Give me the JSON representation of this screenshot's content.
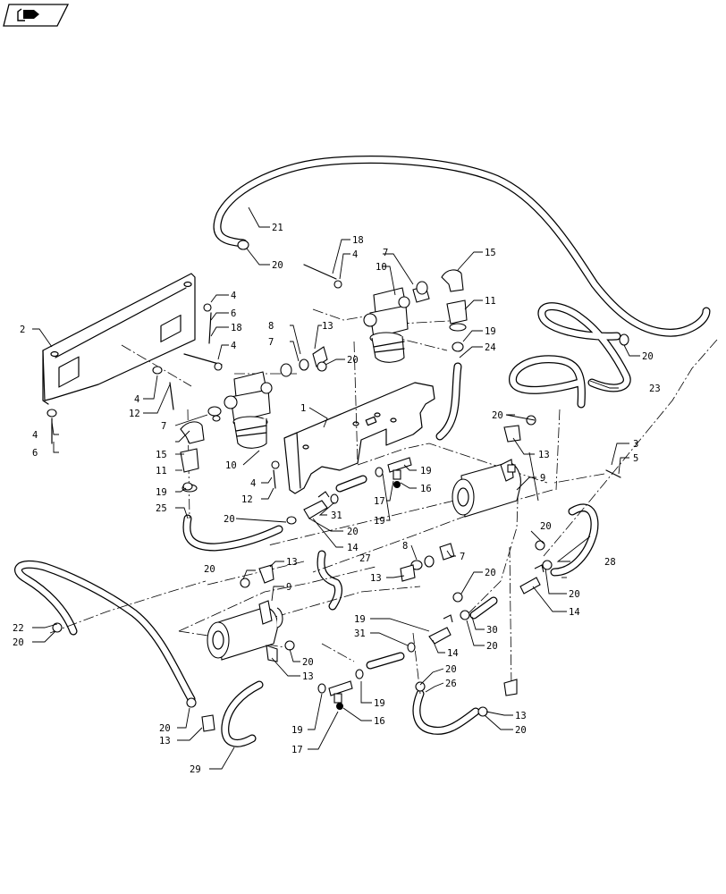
{
  "header": {
    "icon": "book-arrow-icon"
  },
  "callouts": [
    {
      "id": "c1",
      "text": "1"
    },
    {
      "id": "c2",
      "text": "2"
    },
    {
      "id": "c3",
      "text": "3"
    },
    {
      "id": "c4a",
      "text": "4"
    },
    {
      "id": "c4b",
      "text": "4"
    },
    {
      "id": "c4c",
      "text": "4"
    },
    {
      "id": "c4d",
      "text": "4"
    },
    {
      "id": "c4e",
      "text": "4"
    },
    {
      "id": "c4f",
      "text": "4"
    },
    {
      "id": "c5",
      "text": "5"
    },
    {
      "id": "c6a",
      "text": "6"
    },
    {
      "id": "c6b",
      "text": "6"
    },
    {
      "id": "c7a",
      "text": "7"
    },
    {
      "id": "c7b",
      "text": "7"
    },
    {
      "id": "c7c",
      "text": "7"
    },
    {
      "id": "c7d",
      "text": "7"
    },
    {
      "id": "c8a",
      "text": "8"
    },
    {
      "id": "c8b",
      "text": "8"
    },
    {
      "id": "c9a",
      "text": "9"
    },
    {
      "id": "c9b",
      "text": "9"
    },
    {
      "id": "c10a",
      "text": "10"
    },
    {
      "id": "c10b",
      "text": "10"
    },
    {
      "id": "c11a",
      "text": "11"
    },
    {
      "id": "c11b",
      "text": "11"
    },
    {
      "id": "c12a",
      "text": "12"
    },
    {
      "id": "c12b",
      "text": "12"
    },
    {
      "id": "c13a",
      "text": "13"
    },
    {
      "id": "c13b",
      "text": "13"
    },
    {
      "id": "c13c",
      "text": "13"
    },
    {
      "id": "c13d",
      "text": "13"
    },
    {
      "id": "c13e",
      "text": "13"
    },
    {
      "id": "c13f",
      "text": "13"
    },
    {
      "id": "c13g",
      "text": "13"
    },
    {
      "id": "c14a",
      "text": "14"
    },
    {
      "id": "c14b",
      "text": "14"
    },
    {
      "id": "c14c",
      "text": "14"
    },
    {
      "id": "c15a",
      "text": "15"
    },
    {
      "id": "c15b",
      "text": "15"
    },
    {
      "id": "c16a",
      "text": "16"
    },
    {
      "id": "c16b",
      "text": "16"
    },
    {
      "id": "c17a",
      "text": "17"
    },
    {
      "id": "c17b",
      "text": "17"
    },
    {
      "id": "c18a",
      "text": "18"
    },
    {
      "id": "c18b",
      "text": "18"
    },
    {
      "id": "c19a",
      "text": "19"
    },
    {
      "id": "c19b",
      "text": "19"
    },
    {
      "id": "c19c",
      "text": "19"
    },
    {
      "id": "c19d",
      "text": "19"
    },
    {
      "id": "c19e",
      "text": "19"
    },
    {
      "id": "c19f",
      "text": "19"
    },
    {
      "id": "c19g",
      "text": "19"
    },
    {
      "id": "c20a",
      "text": "20"
    },
    {
      "id": "c20b",
      "text": "20"
    },
    {
      "id": "c20c",
      "text": "20"
    },
    {
      "id": "c20d",
      "text": "20"
    },
    {
      "id": "c20e",
      "text": "20"
    },
    {
      "id": "c20f",
      "text": "20"
    },
    {
      "id": "c20g",
      "text": "20"
    },
    {
      "id": "c20h",
      "text": "20"
    },
    {
      "id": "c20i",
      "text": "20"
    },
    {
      "id": "c20j",
      "text": "20"
    },
    {
      "id": "c20k",
      "text": "20"
    },
    {
      "id": "c20l",
      "text": "20"
    },
    {
      "id": "c20m",
      "text": "20"
    },
    {
      "id": "c20n",
      "text": "20"
    },
    {
      "id": "c20o",
      "text": "20"
    },
    {
      "id": "c20p",
      "text": "20"
    },
    {
      "id": "c21",
      "text": "21"
    },
    {
      "id": "c22",
      "text": "22"
    },
    {
      "id": "c23",
      "text": "23"
    },
    {
      "id": "c24",
      "text": "24"
    },
    {
      "id": "c25",
      "text": "25"
    },
    {
      "id": "c26",
      "text": "26"
    },
    {
      "id": "c27",
      "text": "27"
    },
    {
      "id": "c28",
      "text": "28"
    },
    {
      "id": "c29",
      "text": "29"
    },
    {
      "id": "c30",
      "text": "30"
    },
    {
      "id": "c31a",
      "text": "31"
    },
    {
      "id": "c31b",
      "text": "31"
    }
  ]
}
